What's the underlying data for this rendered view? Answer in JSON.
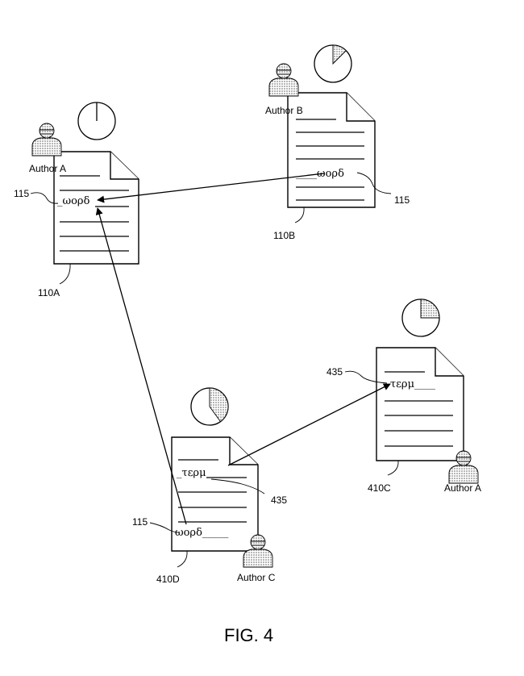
{
  "figure_label": "FIG. 4",
  "documents": [
    {
      "id": "doc-110a",
      "ref": "110A",
      "author": "Author A",
      "text": "_ωορδ",
      "text_ref": "115",
      "clock_fraction": 0
    },
    {
      "id": "doc-110b",
      "ref": "110B",
      "author": "Author B",
      "text": "____ωορδ",
      "text_ref": "115",
      "clock_fraction": 0.125
    },
    {
      "id": "doc-410c",
      "ref": "410C",
      "author": "Author A",
      "text": "τερμ____",
      "text_ref": "435",
      "clock_fraction": 0.25
    },
    {
      "id": "doc-410d",
      "ref": "410D",
      "author": "Author C",
      "text": "_τερμ",
      "text_ref": "435",
      "text2": "ωορδ_____",
      "text2_ref": "115",
      "clock_fraction": 0.4
    }
  ]
}
